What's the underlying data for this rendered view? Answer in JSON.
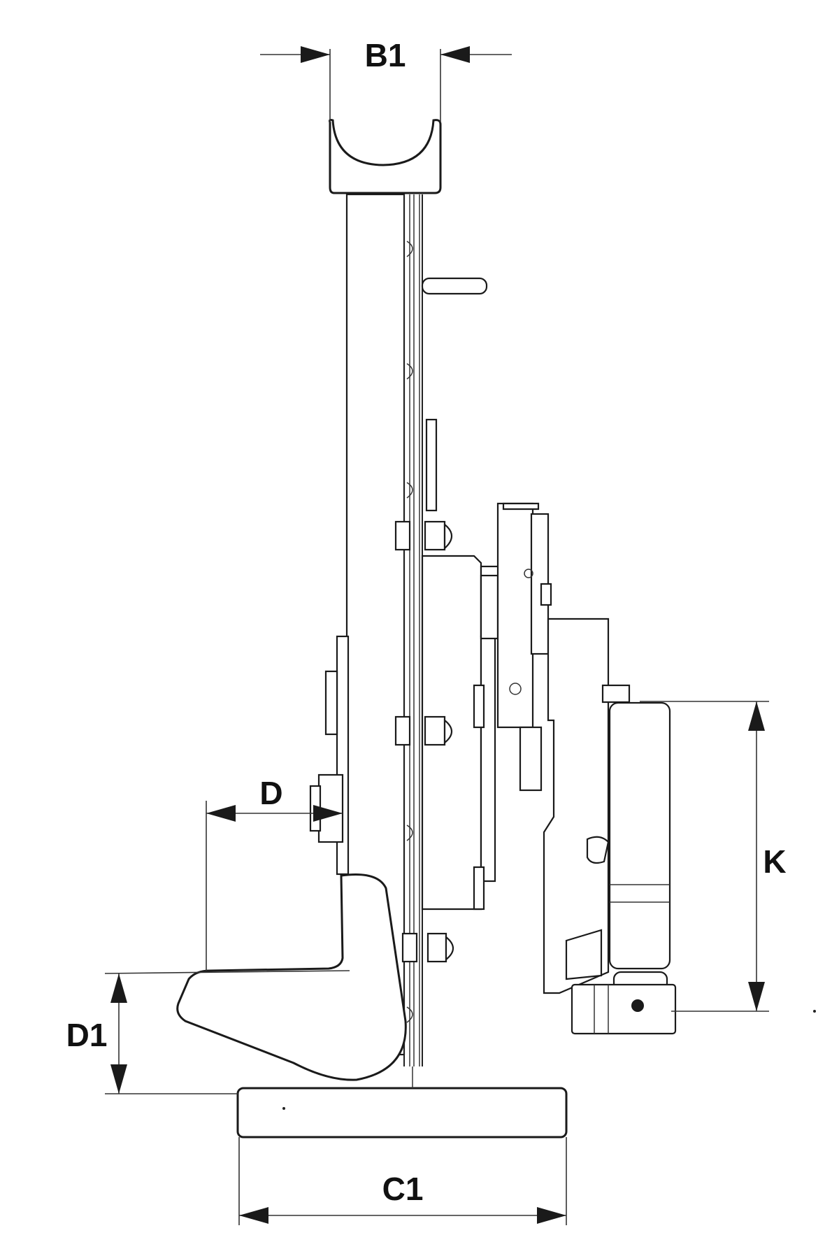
{
  "diagram": {
    "dimensions": {
      "b1": "B1",
      "d": "D",
      "k": "K",
      "d1": "D1",
      "c1": "C1"
    },
    "colors": {
      "line": "#1a1a1a",
      "background": "#ffffff"
    }
  }
}
